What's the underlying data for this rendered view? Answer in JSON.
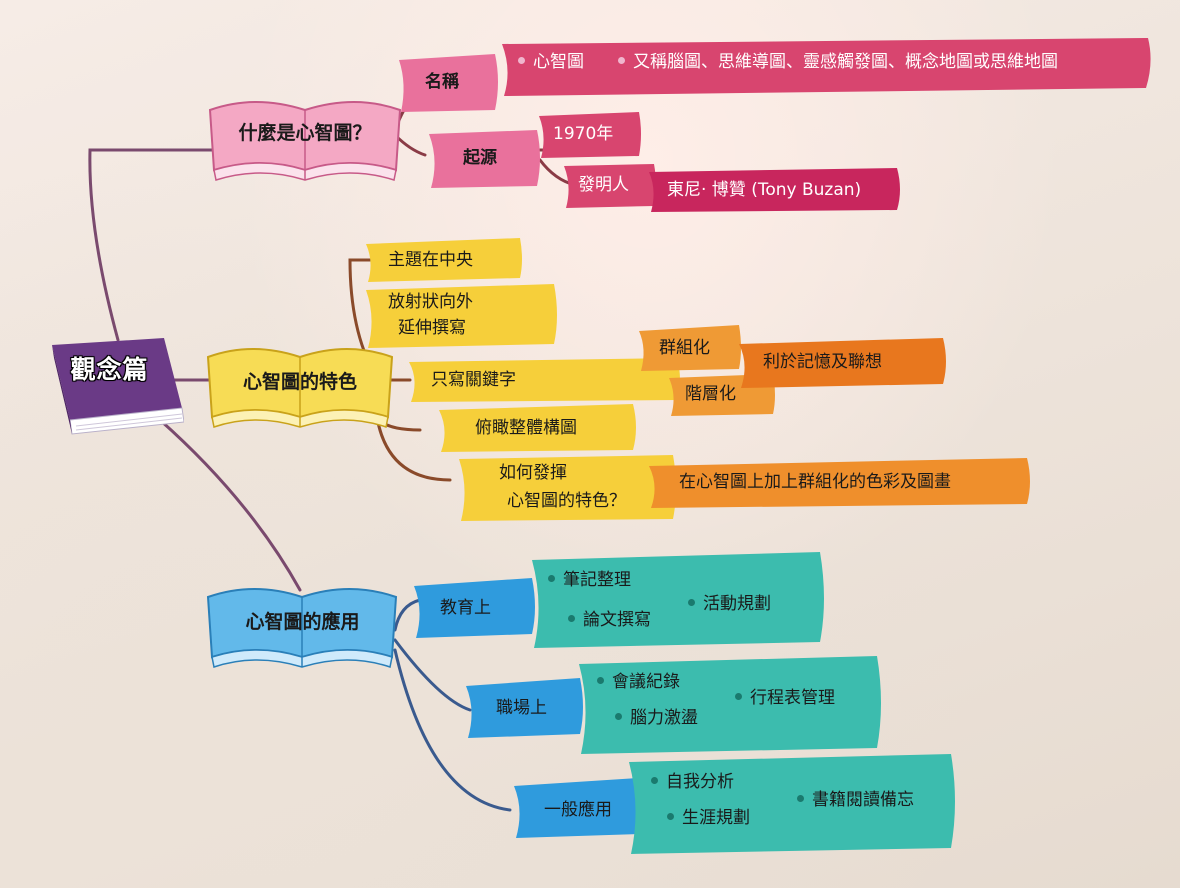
{
  "center": {
    "title": "觀念篇"
  },
  "branches": {
    "what": {
      "title": "什麼是心智圖？",
      "name_label": "名稱",
      "name_items": [
        "心智圖",
        "又稱腦圖、思維導圖、靈感觸發圖、概念地圖或思維地圖"
      ],
      "origin_label": "起源",
      "origin_year": "1970年",
      "inventor_label": "發明人",
      "inventor_name": "東尼· 博贊 (Tony Buzan)"
    },
    "features": {
      "title": "心智圖的特色",
      "items": [
        "主題在中央",
        "放射狀向外",
        "延伸撰寫",
        "只寫關鍵字",
        "俯瞰整體構圖",
        "如何發揮",
        "心智圖的特色？"
      ],
      "group": "群組化",
      "layer": "階層化",
      "benefit": "利於記憶及聯想",
      "how_answer": "在心智圖上加上群組化的色彩及圖畫"
    },
    "uses": {
      "title": "心智圖的應用",
      "education_label": "教育上",
      "education_items": [
        "筆記整理",
        "論文撰寫",
        "活動規劃"
      ],
      "work_label": "職場上",
      "work_items": [
        "會議紀錄",
        "腦力激盪",
        "行程表管理"
      ],
      "general_label": "一般應用",
      "general_items": [
        "自我分析",
        "生涯規劃",
        "書籍閱讀備忘"
      ]
    }
  },
  "colors": {
    "pink": "#e9719c",
    "magenta": "#d63b6b",
    "yellow": "#f6d74a",
    "orange": "#ee8a2a",
    "blue": "#3aa6e0",
    "teal": "#3fbdb0",
    "purple": "#6e3d8e"
  }
}
